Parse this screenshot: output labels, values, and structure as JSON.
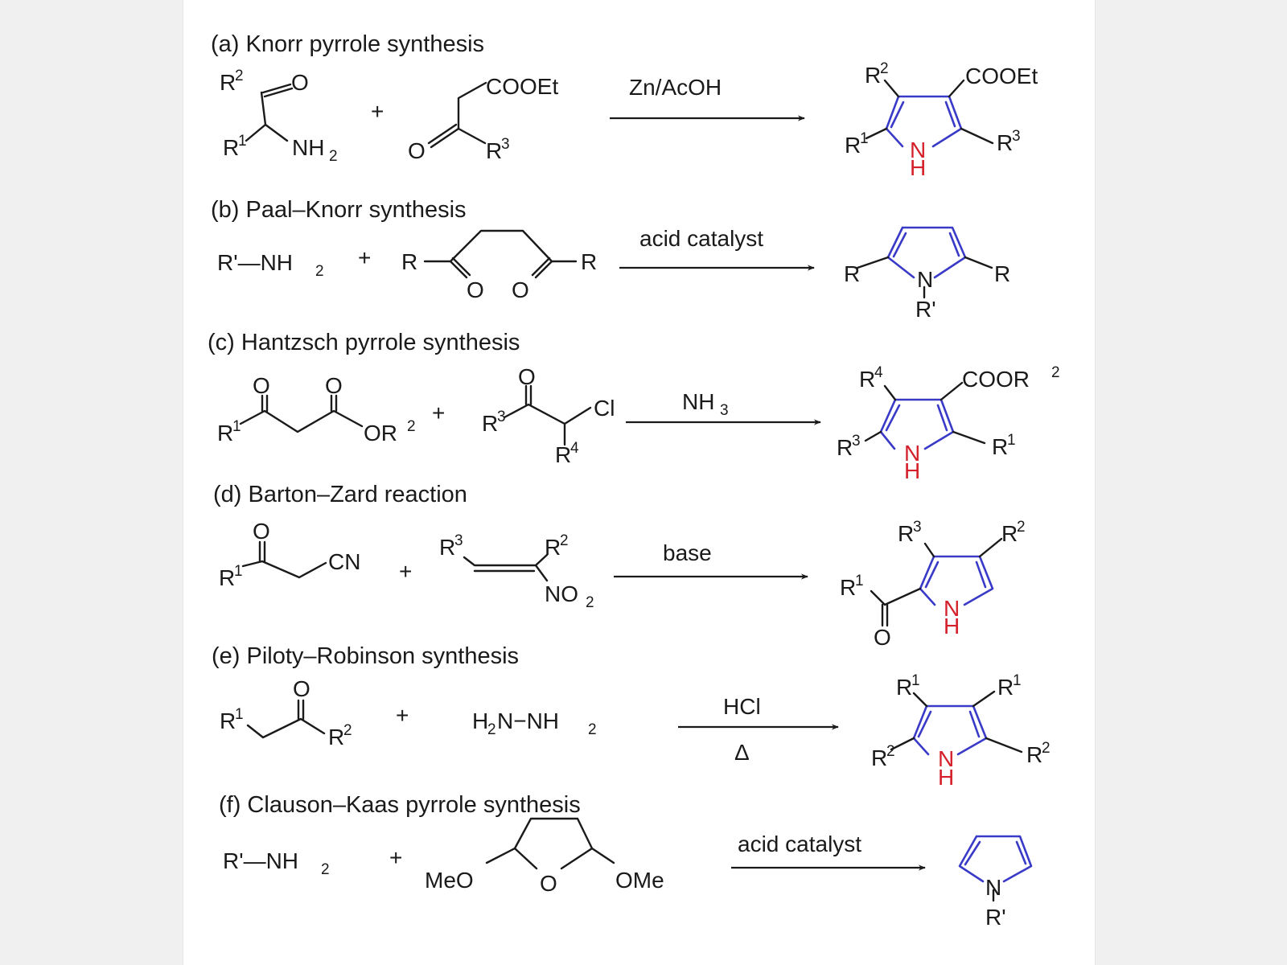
{
  "colors": {
    "bond": "#1a1a1a",
    "pyrrole_ring": "#3a3ac8",
    "nitrogen_hydrogen": "#d4202a",
    "panel": "#ffffff",
    "background": "#f0f0f0"
  },
  "reactions": {
    "a": {
      "header": "(a) Knorr pyrrole synthesis",
      "condition": "Zn/AcOH",
      "plus": "+",
      "reactant1": {
        "r2": "R",
        "r2_sup": "2",
        "o": "O",
        "r1": "R",
        "r1_sup": "1",
        "nh2": "NH",
        "nh2_sub": "2"
      },
      "reactant2": {
        "cooet": "COOEt",
        "o": "O",
        "r3": "R",
        "r3_sup": "3"
      },
      "product": {
        "r2": "R",
        "r2_sup": "2",
        "cooet": "COOEt",
        "r1": "R",
        "r1_sup": "1",
        "n": "N",
        "h": "H",
        "r3": "R",
        "r3_sup": "3"
      }
    },
    "b": {
      "header": "(b) Paal–Knorr synthesis",
      "condition": "acid catalyst",
      "plus": "+",
      "reactant1": {
        "text": "R'—NH",
        "sub": "2"
      },
      "reactant2": {
        "r_left": "R",
        "r_right": "R",
        "o1": "O",
        "o2": "O"
      },
      "product": {
        "r_left": "R",
        "r_right": "R",
        "n": "N",
        "rprime": "R'"
      }
    },
    "c": {
      "header": "(c) Hantzsch pyrrole synthesis",
      "condition": "NH",
      "condition_sub": "3",
      "plus": "+",
      "reactant1": {
        "o1": "O",
        "o2": "O",
        "r1": "R",
        "r1_sup": "1",
        "or2": "OR",
        "or2_sup": "2"
      },
      "reactant2": {
        "o": "O",
        "r3": "R",
        "r3_sup": "3",
        "cl": "Cl",
        "r4": "R",
        "r4_sup": "4"
      },
      "product": {
        "r4": "R",
        "r4_sup": "4",
        "coor2": "COOR",
        "coor2_sup": "2",
        "r3": "R",
        "r3_sup": "3",
        "n": "N",
        "h": "H",
        "r1": "R",
        "r1_sup": "1"
      }
    },
    "d": {
      "header": "(d) Barton–Zard reaction",
      "condition": "base",
      "plus": "+",
      "reactant1": {
        "o": "O",
        "r1": "R",
        "r1_sup": "1",
        "cn": "CN"
      },
      "reactant2": {
        "r3": "R",
        "r3_sup": "3",
        "r2": "R",
        "r2_sup": "2",
        "no2": "NO",
        "no2_sub": "2"
      },
      "product": {
        "r3": "R",
        "r3_sup": "3",
        "r2": "R",
        "r2_sup": "2",
        "r1": "R",
        "r1_sup": "1",
        "o": "O",
        "n": "N",
        "h": "H"
      }
    },
    "e": {
      "header": "(e) Piloty–Robinson synthesis",
      "condition_top": "HCl",
      "condition_bottom": "Δ",
      "plus": "+",
      "reactant1": {
        "o": "O",
        "r1": "R",
        "r1_sup": "1",
        "r2": "R",
        "r2_sup": "2"
      },
      "reactant2": {
        "h2n": "H",
        "h2n_sub": "2",
        "n_nh": "N−NH",
        "nh2_sub": "2"
      },
      "product": {
        "r1_left": "R",
        "r1_right": "R",
        "r1_sup": "1",
        "r2_left": "R",
        "r2_right": "R",
        "r2_sup": "2",
        "n": "N",
        "h": "H"
      }
    },
    "f": {
      "header": "(f) Clauson–Kaas pyrrole synthesis",
      "condition": "acid catalyst",
      "plus": "+",
      "reactant1": {
        "text": "R'—NH",
        "sub": "2"
      },
      "reactant2": {
        "meo": "MeO",
        "o": "O",
        "ome": "OMe"
      },
      "product": {
        "n": "N",
        "rprime": "R'"
      }
    }
  }
}
